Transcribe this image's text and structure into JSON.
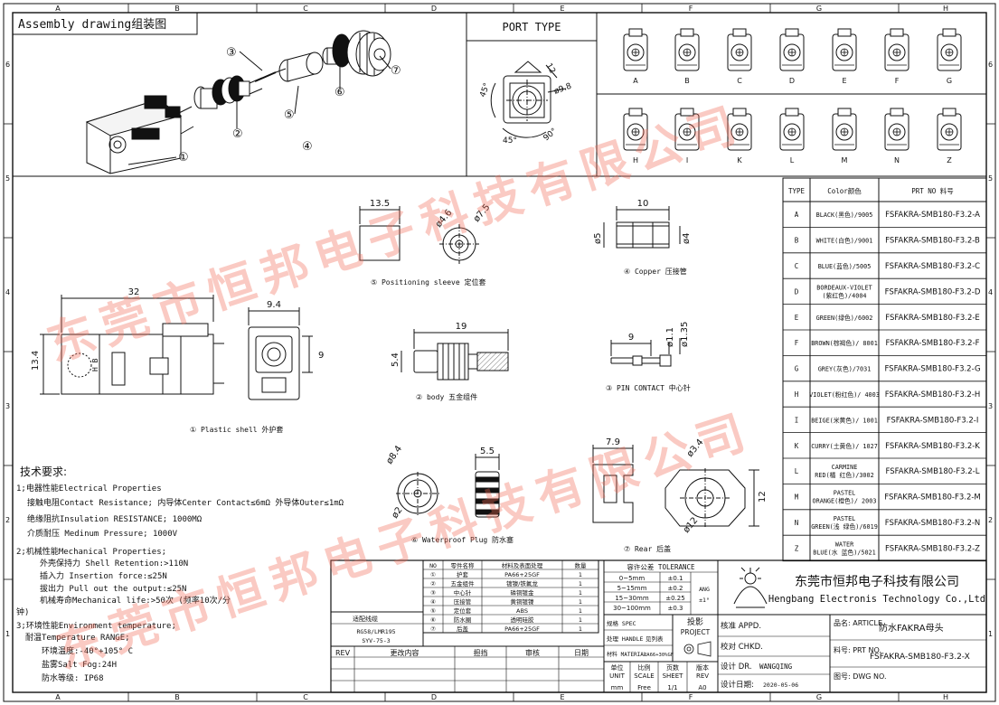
{
  "frame": {
    "col_letters": [
      "A",
      "B",
      "C",
      "D",
      "E",
      "F",
      "G",
      "H"
    ],
    "row_numbers": [
      "6",
      "5",
      "4",
      "3",
      "2",
      "1"
    ]
  },
  "assembly_title": "Assembly drawing组装图",
  "part_callouts": [
    "①",
    "②",
    "③",
    "④",
    "⑤",
    "⑥",
    "⑦"
  ],
  "port_type": {
    "title": "PORT TYPE",
    "dims": [
      "12",
      "ø9.8",
      "45°",
      "45°",
      "90°"
    ],
    "codes_row1": [
      "A",
      "B",
      "C",
      "D",
      "E",
      "F",
      "G"
    ],
    "codes_row2": [
      "H",
      "I",
      "K",
      "L",
      "M",
      "N",
      "Z"
    ]
  },
  "color_table": {
    "headers": [
      "TYPE",
      "Color颜色",
      "PRT NO  料号"
    ],
    "rows": [
      {
        "type": "A",
        "color": "BLACK(黑色)/9005",
        "part": "FSFAKRA-SMB180-F3.2-A"
      },
      {
        "type": "B",
        "color": "WHITE(白色)/9001",
        "part": "FSFAKRA-SMB180-F3.2-B"
      },
      {
        "type": "C",
        "color": "BLUE(蓝色)/5005",
        "part": "FSFAKRA-SMB180-F3.2-C"
      },
      {
        "type": "D",
        "color": "BORDEAUX-VIOLET (紫红色)/4004",
        "part": "FSFAKRA-SMB180-F3.2-D"
      },
      {
        "type": "E",
        "color": "GREEN(绿色)/6002",
        "part": "FSFAKRA-SMB180-F3.2-E"
      },
      {
        "type": "F",
        "color": "BROWN(棕褐色)/ 8001",
        "part": "FSFAKRA-SMB180-F3.2-F"
      },
      {
        "type": "G",
        "color": "GREY(灰色)/7031",
        "part": "FSFAKRA-SMB180-F3.2-G"
      },
      {
        "type": "H",
        "color": "VIOLET(粉红色)/ 4003",
        "part": "FSFAKRA-SMB180-F3.2-H"
      },
      {
        "type": "I",
        "color": "BEIGE(米黄色)/ 1001",
        "part": "FSFAKRA-SMB180-F3.2-I"
      },
      {
        "type": "K",
        "color": "CURRY(土黄色)/ 1027",
        "part": "FSFAKRA-SMB180-F3.2-K"
      },
      {
        "type": "L",
        "color": "CARMINE RED(橘 红色)/3002",
        "part": "FSFAKRA-SMB180-F3.2-L"
      },
      {
        "type": "M",
        "color": "PASTEL ORANGE(橙色)/ 2003",
        "part": "FSFAKRA-SMB180-F3.2-M"
      },
      {
        "type": "N",
        "color": "PASTEL GREEN(浅 绿色)/6019",
        "part": "FSFAKRA-SMB180-F3.2-N"
      },
      {
        "type": "Z",
        "color": "WATER BLUE(水 蓝色)/5021",
        "part": "FSFAKRA-SMB180-F3.2-Z"
      }
    ]
  },
  "views": {
    "plastic_shell": {
      "label": "① Plastic shell 外护套",
      "dims": [
        "32",
        "9.4",
        "13.4",
        "9"
      ],
      "face_text": "H B"
    },
    "positioning_sleeve": {
      "label": "⑤ Positioning sleeve 定位套",
      "dims": [
        "13.5",
        "ø4.6",
        "ø7.5"
      ]
    },
    "copper": {
      "label": "④ Copper 压接管",
      "dims": [
        "10",
        "ø5",
        "ø4"
      ]
    },
    "body": {
      "label": "② body 五金组件",
      "dims": [
        "19",
        "5.4"
      ]
    },
    "pin_contact": {
      "label": "③ PIN CONTACT  中心针",
      "dims": [
        "9",
        "ø1.1",
        "ø1.35"
      ]
    },
    "waterproof_plug": {
      "label": "⑥ Waterproof Plug 防水塞",
      "dims": [
        "ø8.4",
        "ø2",
        "5.5"
      ]
    },
    "rear_cover": {
      "label": "⑦ Rear 后盖",
      "dims": [
        "7.9",
        "ø3.4",
        "12",
        "ø12"
      ]
    }
  },
  "tech_requirements": {
    "title": "技术要求:",
    "lines": [
      "1;电器性能Electrical Properties",
      "接触电阻Contact Resistance; 内导体Center Contact≤6mΩ  外导体Outer≤1mΩ",
      "绝缘阻抗Insulation RESISTANCE; 1000MΩ",
      "介质耐压 Medinum Pressure; 1000V",
      "2;机械性能Mechanical Properties;",
      "外壳保持力 Shell Retention:>110N",
      "插入力 Insertion force:≤25N",
      "拔出力 Pull out the output:≤25N",
      "机械寿命Mechanical life:>50次 (频率10次/分",
      "钟)",
      "3;环境性能Environment temperature;",
      "耐温Temperature RANGE;",
      "环境温度:-40°+105° C",
      "盐雾Salt Fog:24H",
      "防水等级: IP68"
    ]
  },
  "bom": {
    "headers": [
      "NO",
      "零件名称",
      "材料及表面处理",
      "数量"
    ],
    "rows": [
      {
        "no": "①",
        "name": "护套",
        "material": "PA66+25GF",
        "qty": "1"
      },
      {
        "no": "②",
        "name": "五金组件",
        "material": "镀镍/铁氟龙",
        "qty": "1"
      },
      {
        "no": "③",
        "name": "中心针",
        "material": "磷铜镀金",
        "qty": "1"
      },
      {
        "no": "④",
        "name": "压接管",
        "material": "黄铜镀镍",
        "qty": "1"
      },
      {
        "no": "⑤",
        "name": "定位套",
        "material": "ABS",
        "qty": "1"
      },
      {
        "no": "⑥",
        "name": "防水圈",
        "material": "透明硅胶",
        "qty": "1"
      },
      {
        "no": "⑦",
        "name": "后盖",
        "material": "PA66+25GF",
        "qty": "1"
      }
    ]
  },
  "cable": {
    "title": "适配线缆",
    "lines": [
      "RG58/LMR195",
      "SYV-75-3"
    ]
  },
  "revision": {
    "headers": [
      "REV",
      "更改内容",
      "担挡",
      "审核",
      "日期"
    ]
  },
  "tolerance": {
    "title": "容许公差  TOLERANCE",
    "rows": [
      {
        "range": "0~5mm",
        "tol": "±0.1"
      },
      {
        "range": "5~15mm",
        "tol": "±0.2"
      },
      {
        "range": "15~30mm",
        "tol": "±0.25"
      },
      {
        "range": "30~100mm",
        "tol": "±0.3"
      }
    ],
    "ang_label": "ANG",
    "ang_value": "±1°"
  },
  "spec": {
    "spec_label": "规格 SPEC",
    "treatment_label": "处理 HANDLE",
    "treatment_value": "见列表",
    "material_label": "材料 MATERIAL",
    "material_value": "PA66+30%GF",
    "projection_label": "投影",
    "projection_en": "PROJECT"
  },
  "approvals": {
    "approve_label": "核准 APPD.",
    "check_label": "校对 CHKD.",
    "design_label": "设计 DR.",
    "designer": "WANGQING",
    "date_label": "设计日期:",
    "date": "2020-05-06"
  },
  "units": {
    "unit_label": "单位 UNIT",
    "unit_value": "mm",
    "scale_label": "比例 SCALE",
    "scale_value": "Free",
    "sheet_label": "页数 SHEET",
    "sheet_value": "1/1",
    "rev_label": "版本 REV",
    "rev_value": "A0"
  },
  "company": {
    "name_cn": "东莞市恒邦电子科技有限公司",
    "name_en": "Hengbang Electronis Technology Co.,Ltd"
  },
  "article": {
    "article_label": "品名: ARTICLE",
    "article_value": "防水FAKRA母头",
    "prt_label": "料号: PRT NO.",
    "prt_value": "FSFAKRA-SMB180-F3.2-X",
    "dwg_label": "图号: DWG NO."
  },
  "watermark": {
    "line1": "东莞市恒邦电子科技有限公司",
    "line2": "东莞市恒邦电子科技有限公司"
  },
  "colors": {
    "line": "#111111",
    "watermark": "#f26a55"
  }
}
